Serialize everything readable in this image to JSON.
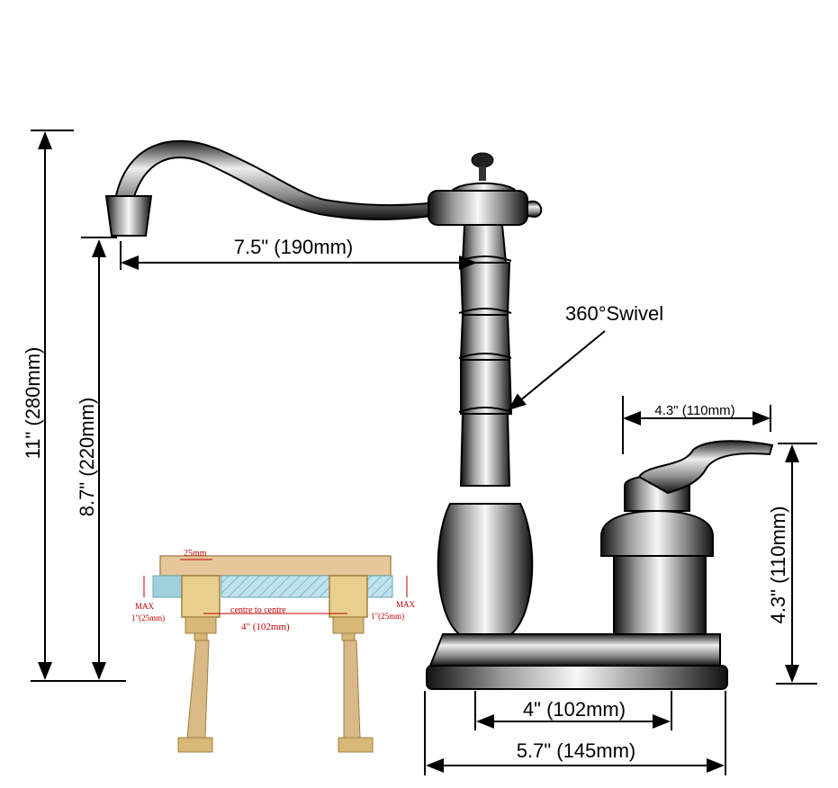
{
  "dimensions": {
    "total_height": "11\" (280mm)",
    "spout_height": "8.7\" (220mm)",
    "spout_reach": "7.5\" (190mm)",
    "swivel": "360°Swivel",
    "handle_reach": "4.3\" (110mm)",
    "handle_height": "4.3\" (110mm)",
    "centre_spacing": "4\" (102mm)",
    "base_width": "5.7\" (145mm)"
  },
  "install_inset": {
    "thickness_label": "25mm",
    "left_max_label": "MAX",
    "left_max_value": "1\"(25mm)",
    "right_max_label": "MAX",
    "right_max_value": "1\"(25mm)",
    "centre_label": "centre to centre",
    "centre_value": "4\"  (102mm)"
  },
  "colors": {
    "chrome_light": "#f2f2f2",
    "chrome_dark": "#1a1a1a",
    "brass": "#d8b878",
    "inset_red": "#c00000",
    "inset_blue": "#9fd0dc"
  }
}
